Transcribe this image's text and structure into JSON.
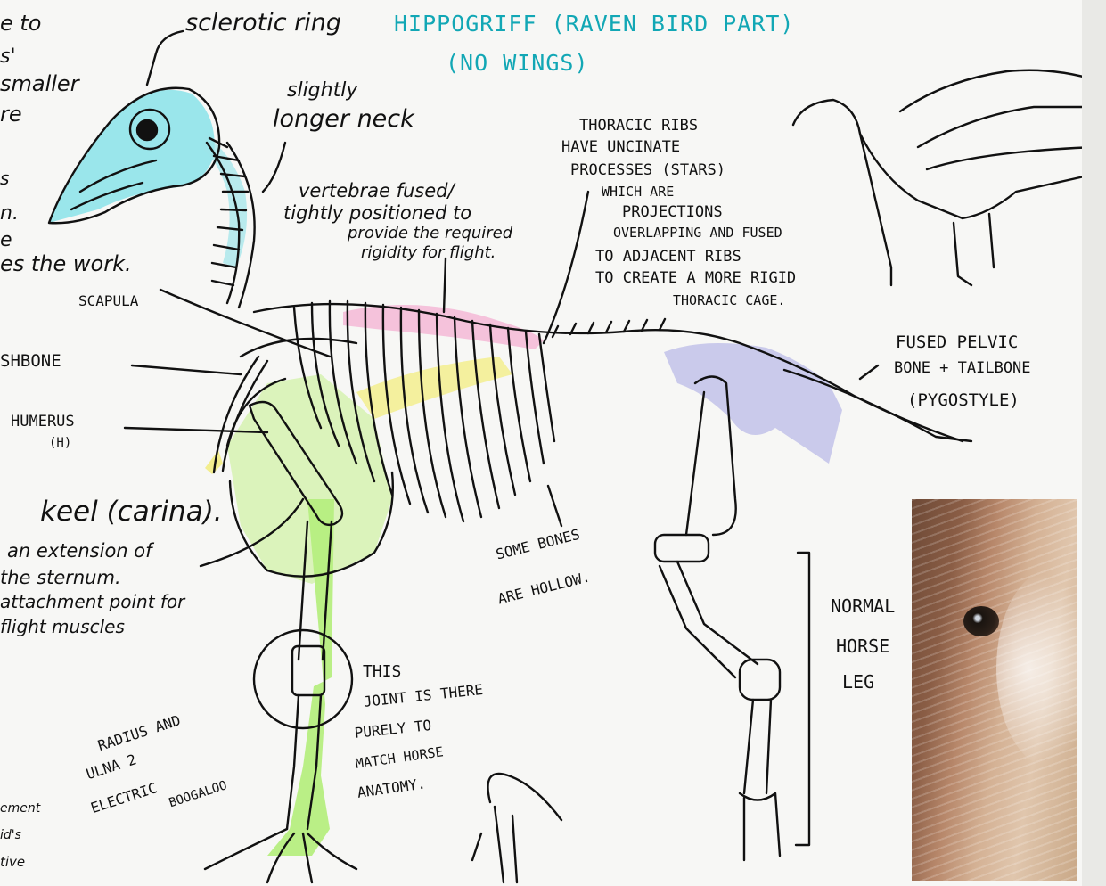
{
  "title": {
    "line1": "HIPPOGRIFF (RAVEN BIRD PART)",
    "line2": "(NO WINGS)"
  },
  "labels": {
    "sclerotic_ring": "sclerotic ring",
    "neck_1": "slightly",
    "neck_2": "longer neck",
    "vert_1": "vertebrae fused/",
    "vert_2": "tightly positioned to",
    "vert_3": "provide the required",
    "vert_4": "rigidity for flight.",
    "ribs_1": "THORACIC RIBS",
    "ribs_2": "HAVE UNCINATE",
    "ribs_3": "PROCESSES (STARS)",
    "ribs_4": "WHICH ARE",
    "ribs_5": "PROJECTIONS",
    "ribs_6": "OVERLAPPING AND FUSED",
    "ribs_7": "TO ADJACENT RIBS",
    "ribs_8": "TO CREATE A MORE RIGID",
    "ribs_9": "THORACIC CAGE.",
    "pelvic_1": "FUSED PELVIC",
    "pelvic_2": "BONE + TAILBONE",
    "pelvic_3": "(PYGOSTYLE)",
    "scapula": "SCAPULA",
    "wishbone": "SHBONE",
    "humerus_1": "HUMERUS",
    "humerus_2": "(H)",
    "keel": "keel (carina).",
    "keel_d1": "an extension of",
    "keel_d2": "the sternum.",
    "keel_d3": "attachment point for",
    "keel_d4": "flight muscles",
    "hollow_1": "SOME BONES",
    "hollow_2": "ARE HOLLOW.",
    "horse_1": "NORMAL",
    "horse_2": "HORSE",
    "horse_3": "LEG",
    "joint_1": "THIS",
    "joint_2": "JOINT IS THERE",
    "joint_3": "PURELY TO",
    "joint_4": "MATCH HORSE",
    "joint_5": "ANATOMY.",
    "radius_1": "RADIUS AND",
    "radius_2": "ULNA 2",
    "radius_3": "ELECTRIC",
    "radius_4": "BOOGALOO",
    "left_1": "e to",
    "left_2": "s'",
    "left_3": "smaller",
    "left_4": "re",
    "left_5": "s",
    "left_6": "n.",
    "left_7": "e",
    "left_8": "es the work.",
    "left_9": "ement",
    "left_10": "id's",
    "left_11": "tive"
  },
  "colors": {
    "skull": "#7ee0e8",
    "keel": "#c8f0a0",
    "leg": "#a8ec70",
    "pelvis": "#b8b8e0",
    "pink": "#f0a0c8",
    "yellow": "#f0ec80",
    "title": "#12a7b5"
  }
}
